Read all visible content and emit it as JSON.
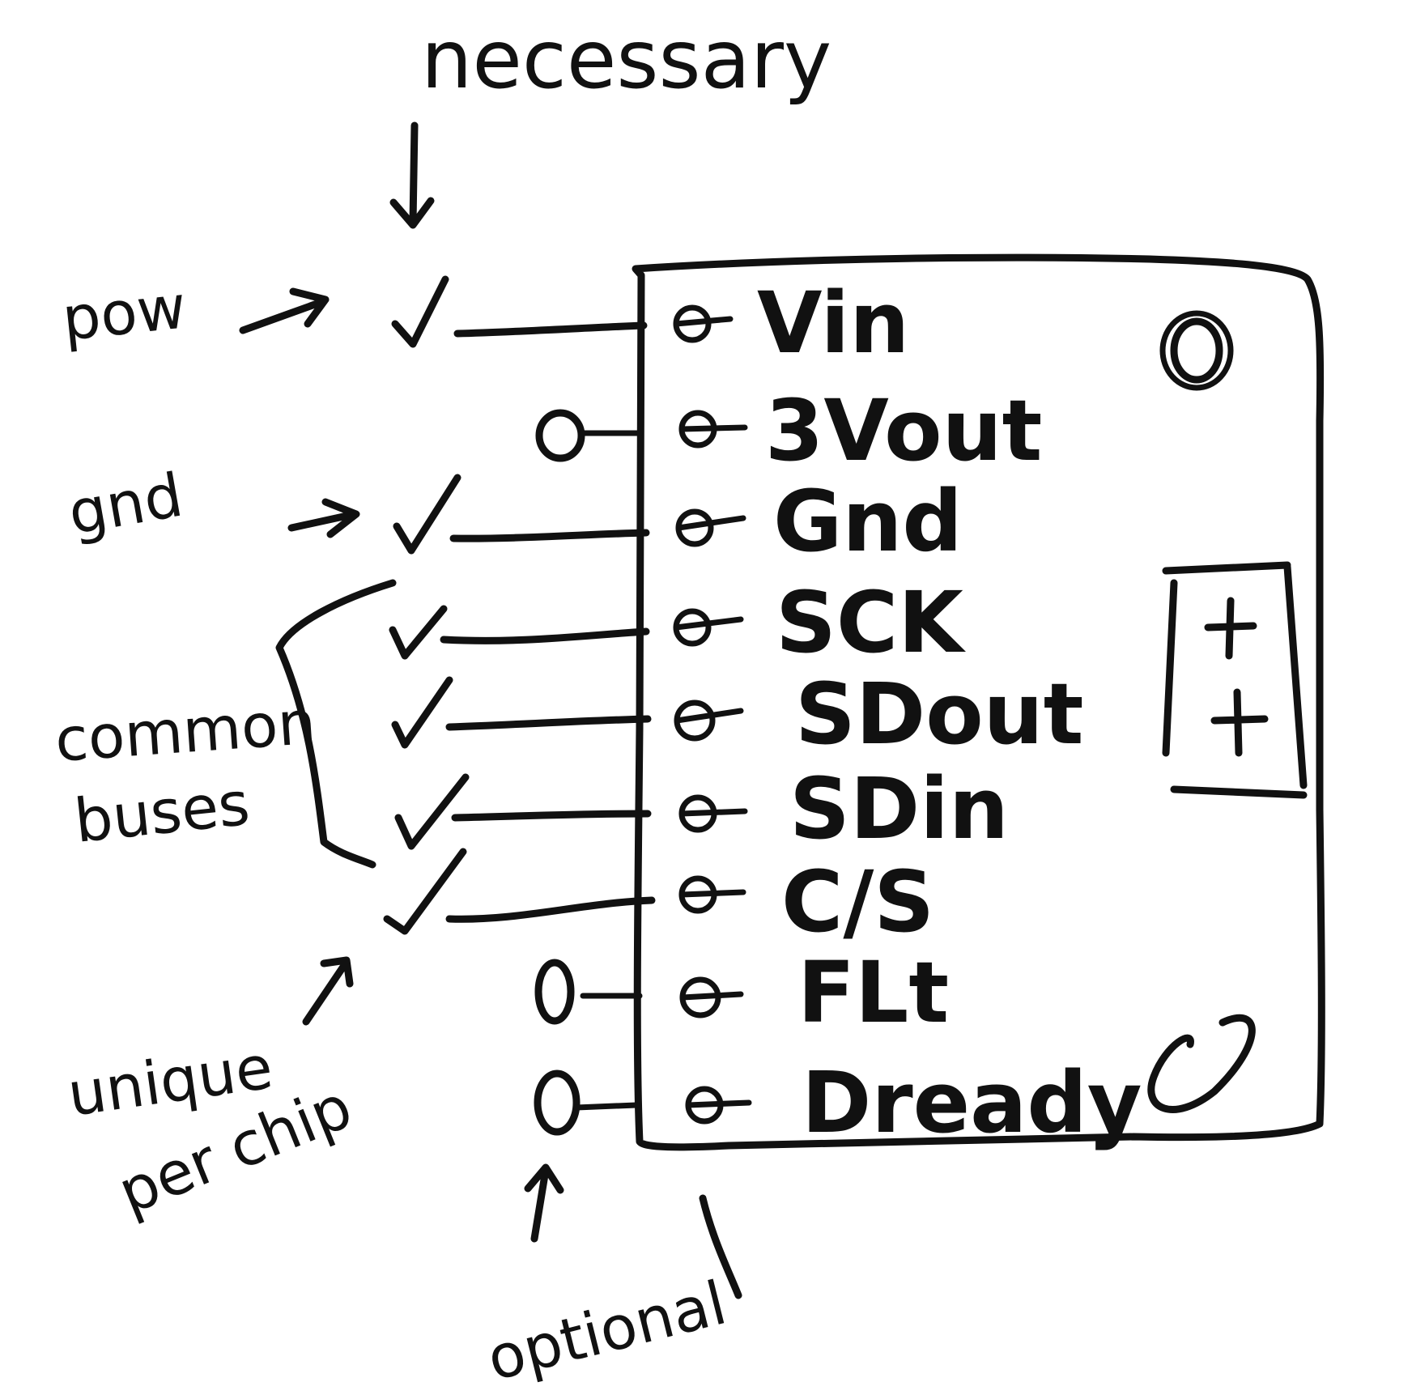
{
  "annotations": {
    "necessary": "necessary",
    "power": "pow",
    "ground": "gnd",
    "common_buses": [
      "common",
      "buses"
    ],
    "unique_per_chip": [
      "unique",
      "per chip"
    ],
    "optional": "optional"
  },
  "pins": [
    {
      "label": "Vin",
      "status": "necessary"
    },
    {
      "label": "3Vout",
      "status": "optional"
    },
    {
      "label": "Gnd",
      "status": "necessary"
    },
    {
      "label": "SCK",
      "status": "necessary"
    },
    {
      "label": "SDout",
      "status": "necessary"
    },
    {
      "label": "SDin",
      "status": "necessary"
    },
    {
      "label": "C/S",
      "status": "necessary"
    },
    {
      "label": "FLt",
      "status": "optional"
    },
    {
      "label": "Dready",
      "status": "optional"
    }
  ],
  "marks": {
    "necessary_symbol": "check-mark",
    "optional_symbol": "open-circle"
  },
  "ink_color": "#111111"
}
